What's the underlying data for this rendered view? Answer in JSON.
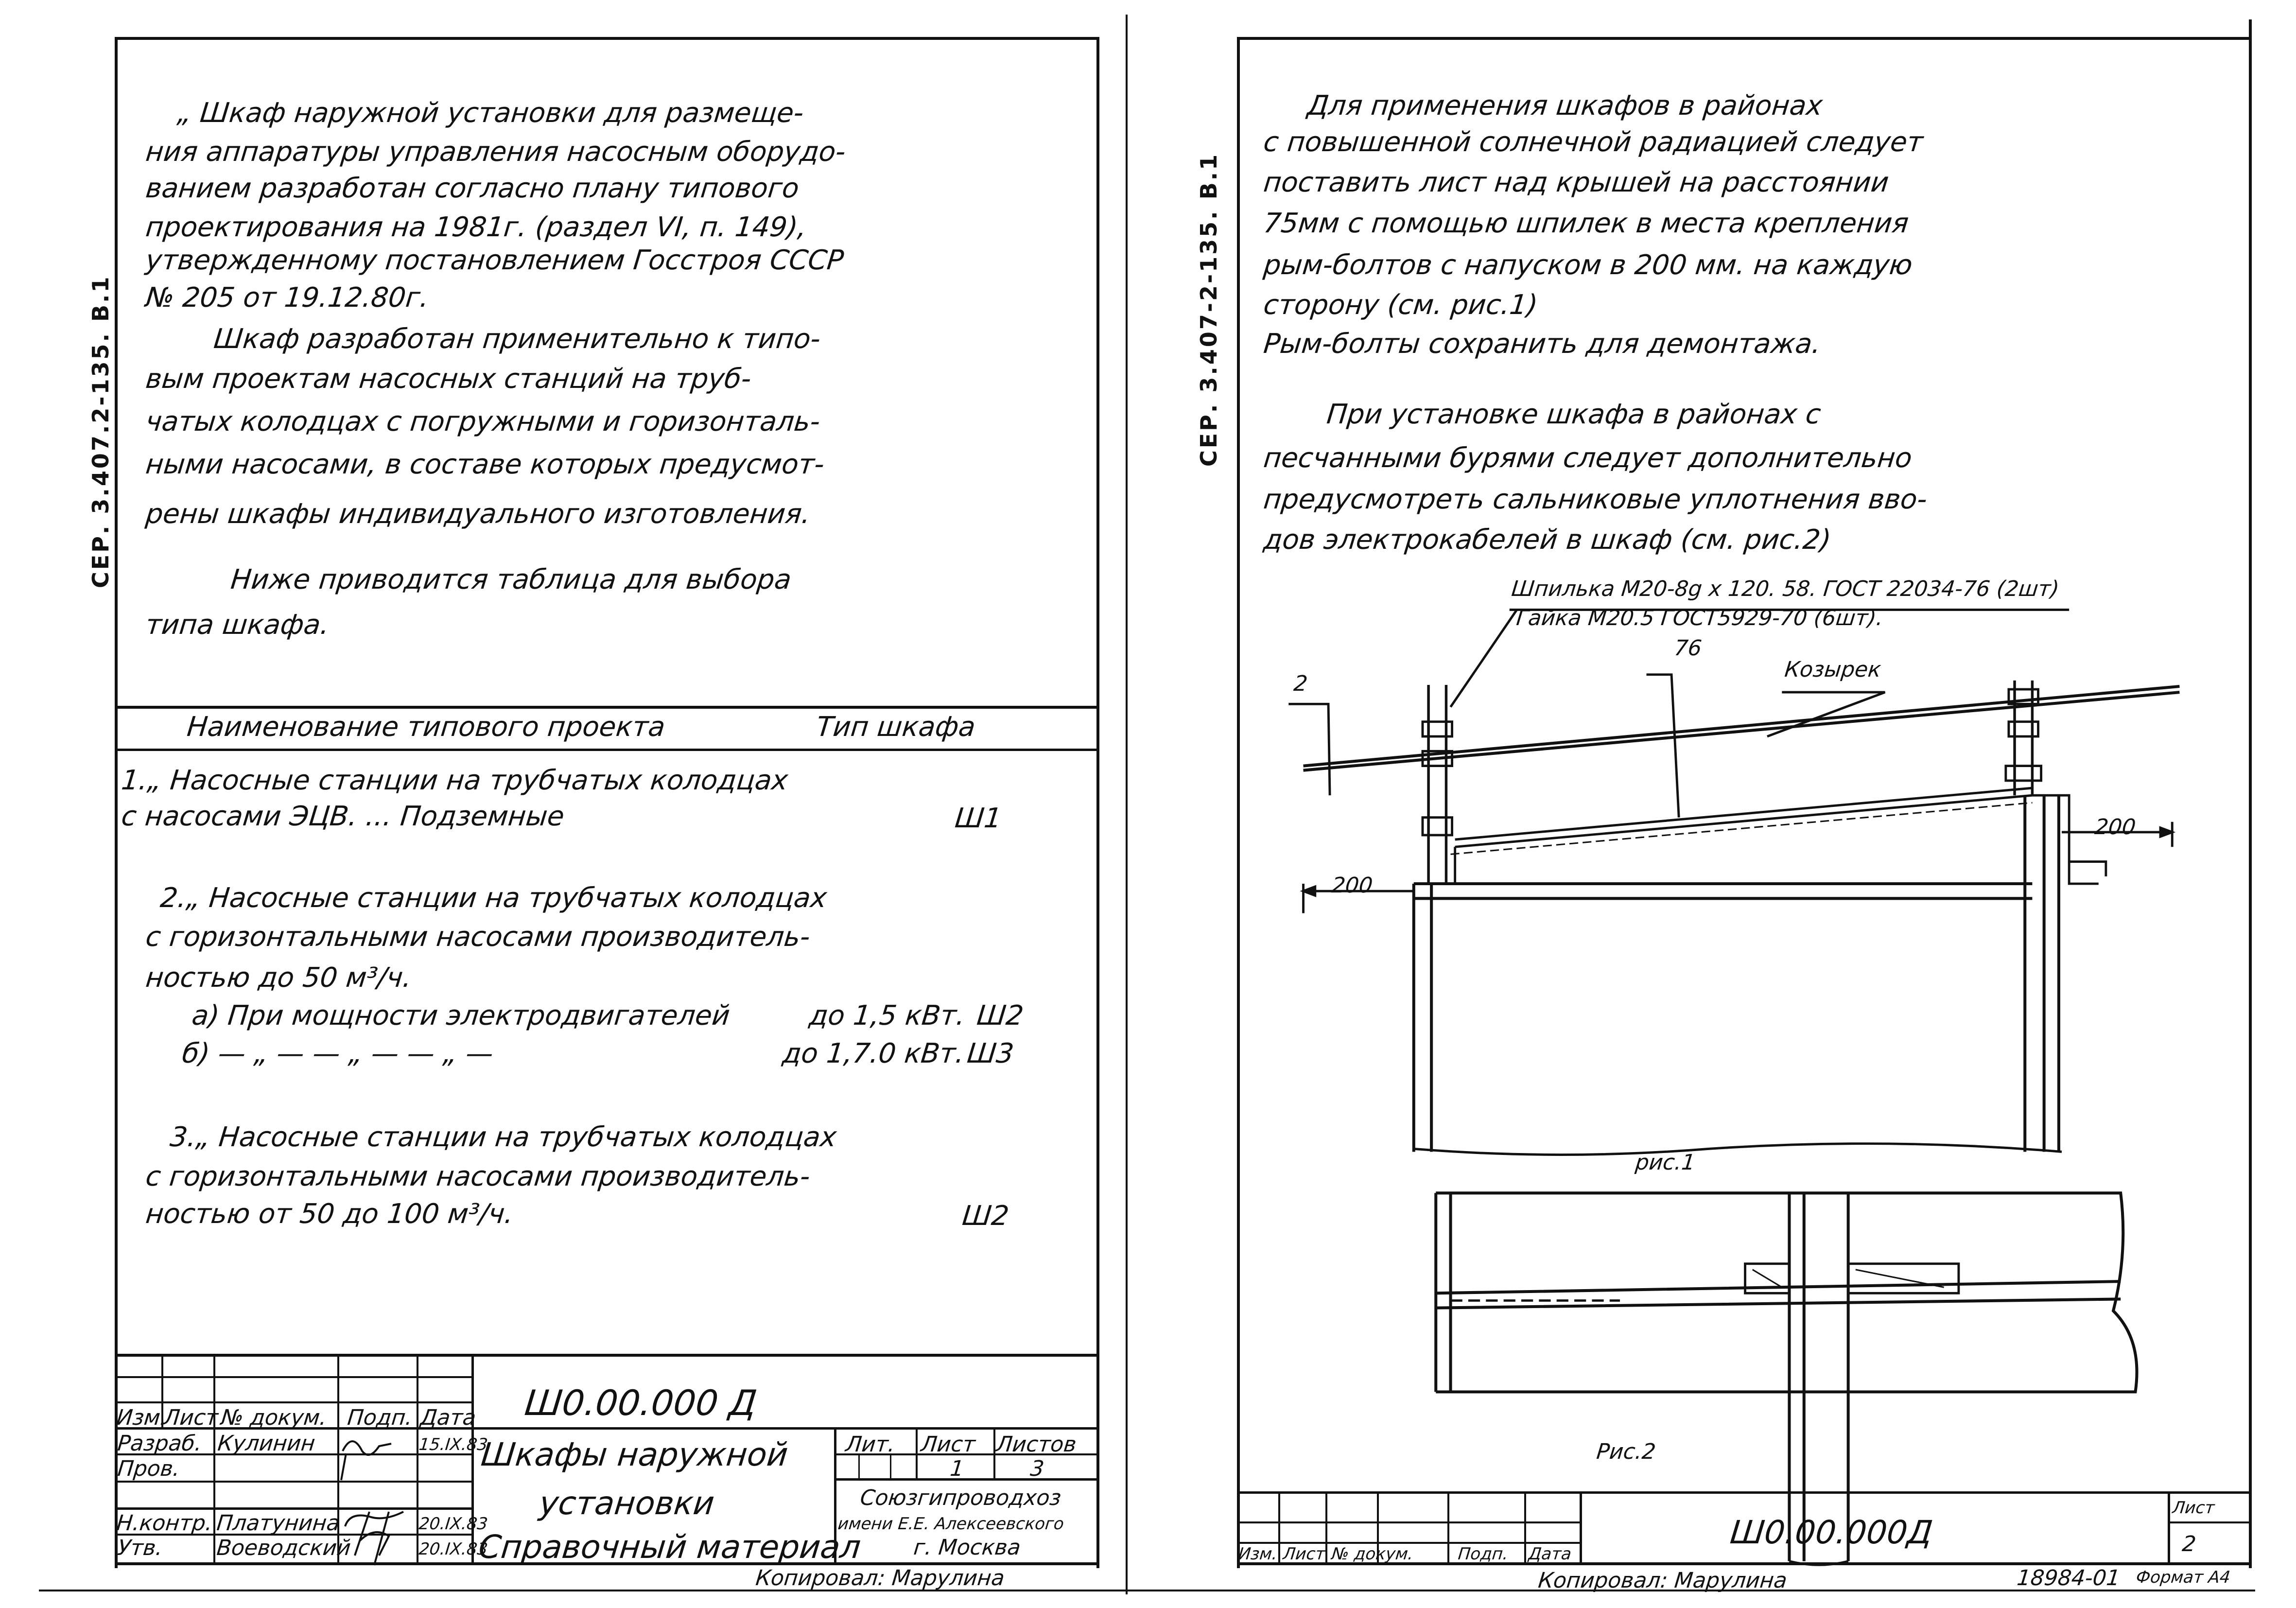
{
  "left_sheet": {
    "side_stamp": "СЕР. 3.407.2-135. В.1",
    "paragraphs": [
      "„ Шкаф наружной установки для размеще-",
      "ния аппаратуры управления насосным оборудо-",
      "ванием разработан согласно плану типового",
      "проектирования на 1981г. (раздел VI, п. 149),",
      "утвержденному постановлением Госстроя СССР",
      "№ 205 от 19.12.80г.",
      "Шкаф разработан применительно к типо-",
      "вым проектам насосных станций на труб-",
      "чатых колодцах с погружными и горизонталь-",
      "ными насосами, в составе которых предусмот-",
      "рены шкафы индивидуального изготовления.",
      "Ниже приводится таблица для выбора",
      "типа шкафа."
    ],
    "table": {
      "headers": [
        "Наименование типового проекта",
        "Тип шкафа"
      ],
      "rows": [
        {
          "lines": [
            "1.„ Насосные станции на трубчатых колодцах",
            "с насосами ЭЦВ. ... Подземные"
          ],
          "type": "Ш1"
        },
        {
          "lines": [
            "2.„ Насосные станции на трубчатых колодцах",
            "с горизонтальными насосами производитель-",
            "ностью до 50 м³/ч."
          ],
          "sub": [
            {
              "text": "а) При мощности электродвигателей",
              "power": "до 1,5 кВт.",
              "type": "Ш2"
            },
            {
              "text": "б) — „ — — „ — — „ —",
              "power": "до 1,7.0 кВт.",
              "type": "Ш3"
            }
          ]
        },
        {
          "lines": [
            "3.„ Насосные станции на трубчатых колодцах",
            "с горизонтальными насосами производитель-",
            "ностью от 50 до 100 м³/ч."
          ],
          "type": "Ш2"
        }
      ]
    },
    "title_block": {
      "code": "Ш0.00.000 Д",
      "col_headers": [
        "Изм.",
        "Лист",
        "№ докум.",
        "Подп.",
        "Дата"
      ],
      "roles": [
        {
          "role": "Разраб.",
          "name": "Кулинин",
          "date": "15.IX.83"
        },
        {
          "role": "Пров.",
          "name": "",
          "date": ""
        },
        {
          "role": "Н.контр.",
          "name": "Платунина",
          "date": "20.IX.83"
        },
        {
          "role": "Утв.",
          "name": "Воеводский",
          "date": "20.IX.83"
        }
      ],
      "title_lines": [
        "Шкафы наружной",
        "установки",
        "Справочный материал"
      ],
      "lit_label": "Лит.",
      "sheet_label": "Лист",
      "sheets_label": "Листов",
      "sheet": "1",
      "sheets": "3",
      "org_lines": [
        "Союзгипроводхоз",
        "имени Е.Е. Алексеевского",
        "г. Москва"
      ]
    },
    "copied_by": "Копировал: Марулина"
  },
  "right_sheet": {
    "side_stamp": "СЕР. 3.407-2-135. В.1",
    "paragraphs": [
      "Для применения шкафов в районах",
      "с повышенной солнечной радиацией следует",
      "поставить лист над крышей на расстоянии",
      "75мм с помощью шпилек в места крепления",
      "рым-болтов с напуском в 200 мм. на каждую",
      "сторону (см. рис.1)",
      "Рым-болты сохранить для демонтажа.",
      "При установке шкафа в районах с",
      "песчанными бурями следует дополнительно",
      "предусмотреть сальниковые уплотнения вво-",
      "дов электрокабелей в шкаф (см. рис.2)"
    ],
    "callouts": {
      "stud": "Шпилька М20-8g x 120. 58. ГОСТ 22034-76 (2шт)",
      "nut": "Гайка М20.5 ГОСТ5929-70 (6шт).",
      "dim_76": "76",
      "visor": "Козырек",
      "label_2": "2",
      "dim_200_right": "200",
      "dim_200_left": "200"
    },
    "fig1_caption": "рис.1",
    "fig2_caption": "Рис.2",
    "title_block": {
      "code": "Ш0.00.000Д",
      "sheet_label": "Лист",
      "sheet": "2",
      "col_headers": [
        "Изм.",
        "Лист",
        "№ докум.",
        "Подп.",
        "Дата"
      ]
    },
    "copied_by": "Копировал: Марулина",
    "inventory": "18984-01",
    "format": "Формат А4"
  }
}
